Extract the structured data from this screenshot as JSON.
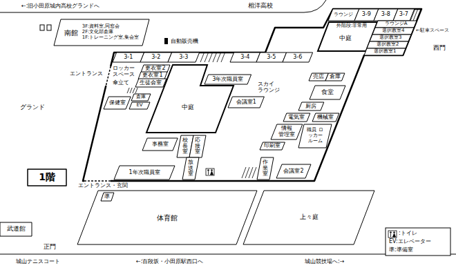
{
  "diagram": {
    "nodes": [
      {
        "text": [
          "南館",
          "3F:資料室,同窓会",
          "2F:文化部倉庫",
          "1F:トレーニング室,集会室"
        ]
      },
      {
        "text": [
          "ラウンジ"
        ]
      },
      {
        "text": [
          "3-9"
        ]
      },
      {
        "text": [
          "3-8"
        ]
      },
      {
        "text": [
          "3-7"
        ]
      },
      {
        "text": [
          "ラウンジA"
        ]
      },
      {
        "text": [
          "選択教室4"
        ]
      },
      {
        "text": [
          "選択教室3"
        ]
      },
      {
        "text": [
          "選択教室2"
        ]
      },
      {
        "text": [
          "選択教室1"
        ]
      },
      {
        "text": [
          "3-1"
        ]
      },
      {
        "text": [
          "3-2"
        ]
      },
      {
        "text": [
          "3-3"
        ]
      },
      {
        "text": [
          "3-4"
        ]
      },
      {
        "text": [
          "3-5"
        ]
      },
      {
        "text": [
          "3-6"
        ]
      },
      {
        "text": [
          "更衣室2"
        ]
      },
      {
        "text": [
          "更衣室1"
        ]
      },
      {
        "text": [
          "3年次職員室"
        ]
      },
      {
        "text": [
          "生徒会室"
        ]
      },
      {
        "text": [
          "売店"
        ]
      },
      {
        "text": [
          "倉庫"
        ]
      },
      {
        "text": [
          "食堂"
        ]
      },
      {
        "text": [
          "保健室"
        ]
      },
      {
        "text": [
          "倉庫"
        ]
      },
      {
        "text": [
          "会議室1"
        ]
      },
      {
        "text": [
          "EV"
        ]
      },
      {
        "text": [
          "厨房"
        ]
      },
      {
        "text": [
          "電気室"
        ]
      },
      {
        "text": [
          "機械室"
        ]
      },
      {
        "text": [
          "情報 管理室"
        ]
      },
      {
        "text": [
          "職員 ロッカー ルーム"
        ]
      },
      {
        "text": [
          "校長室"
        ]
      },
      {
        "text": [
          "応接室"
        ]
      },
      {
        "text": [
          "事務室"
        ]
      },
      {
        "text": [
          "印刷室"
        ]
      },
      {
        "text": [
          "放送室"
        ]
      },
      {
        "text": [
          "作業室"
        ]
      },
      {
        "text": [
          "1年次職員室"
        ]
      },
      {
        "text": [
          "会議室2"
        ]
      },
      {
        "text": [
          "1階"
        ]
      },
      {
        "text": [
          "体育館"
        ]
      },
      {
        "text": [
          "準"
        ],
        "in": 41
      },
      {
        "text": [
          "上々庭"
        ]
      },
      {
        "text": [
          "武道館"
        ]
      }
    ],
    "labels": [
      "相洋高校",
      "←:旧小田原城内高校グランドへ",
      "外階段:非常用",
      "←駐車スペース",
      "西門",
      "自動販売機",
      "中庭",
      "グランド",
      "エントランス",
      "ロッカー スペース",
      "傘立て",
      "中庭",
      "スカイ ラウンジ",
      "エントランス・玄関",
      "正門",
      "城山テニスコート",
      "←:百段坂・小田原駅西口へ",
      "城山競技場へ:→"
    ],
    "legend": [
      {
        "text": ":トイレ"
      },
      {
        "text": "EV:エレベーター"
      },
      {
        "text": "準:準備室"
      }
    ]
  }
}
